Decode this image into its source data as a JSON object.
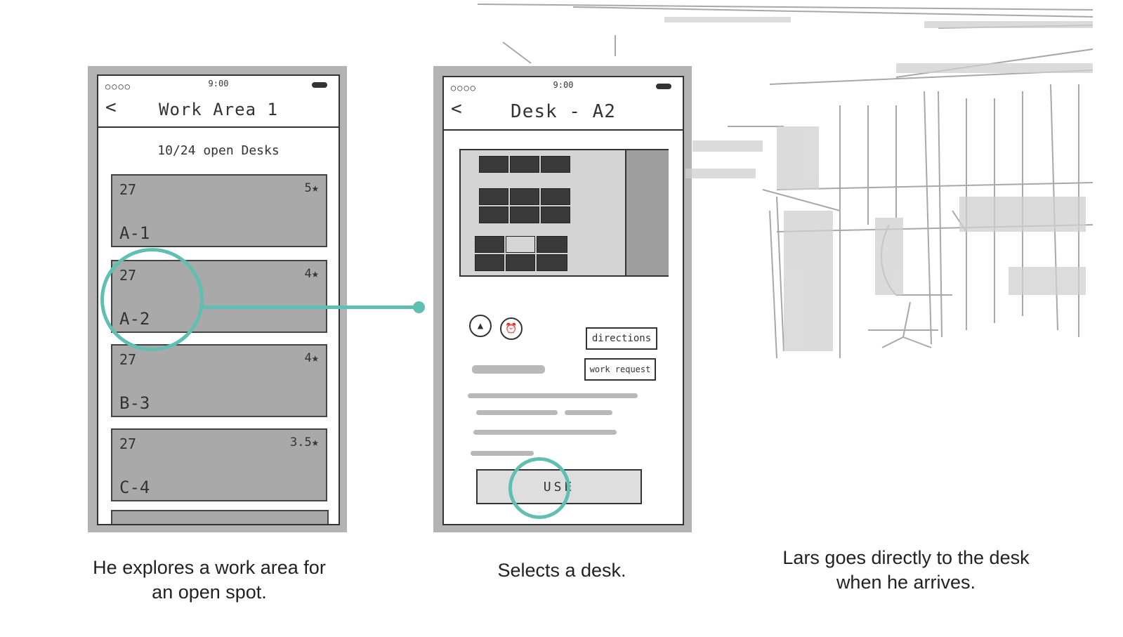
{
  "screen1": {
    "status": {
      "dots": "○○○○",
      "time": "9:00"
    },
    "back_label": "<",
    "title": "Work Area 1",
    "subtitle": "10/24 open Desks",
    "desks": [
      {
        "num": "27",
        "rating": "5★",
        "code": "A-1"
      },
      {
        "num": "27",
        "rating": "4★",
        "code": "A-2"
      },
      {
        "num": "27",
        "rating": "4★",
        "code": "B-3"
      },
      {
        "num": "27",
        "rating": "3.5★",
        "code": "C-4"
      }
    ]
  },
  "screen2": {
    "status": {
      "dots": "○○○○",
      "time": "9:00"
    },
    "back_label": "<",
    "title": "Desk - A2",
    "directions_label": "directions",
    "work_request_label": "work request",
    "use_label": "USE"
  },
  "captions": {
    "explore": "He explores a work area for an open spot.",
    "select": "Selects a desk.",
    "arrive": "Lars goes directly to the desk when he arrives."
  },
  "colors": {
    "highlight": "#5fbfb0",
    "card": "#a9a9a9",
    "frame": "#b3b3b3"
  },
  "icons": [
    "back-chevron-icon",
    "battery-icon",
    "star-icon",
    "speaker-icon",
    "alarm-icon"
  ]
}
